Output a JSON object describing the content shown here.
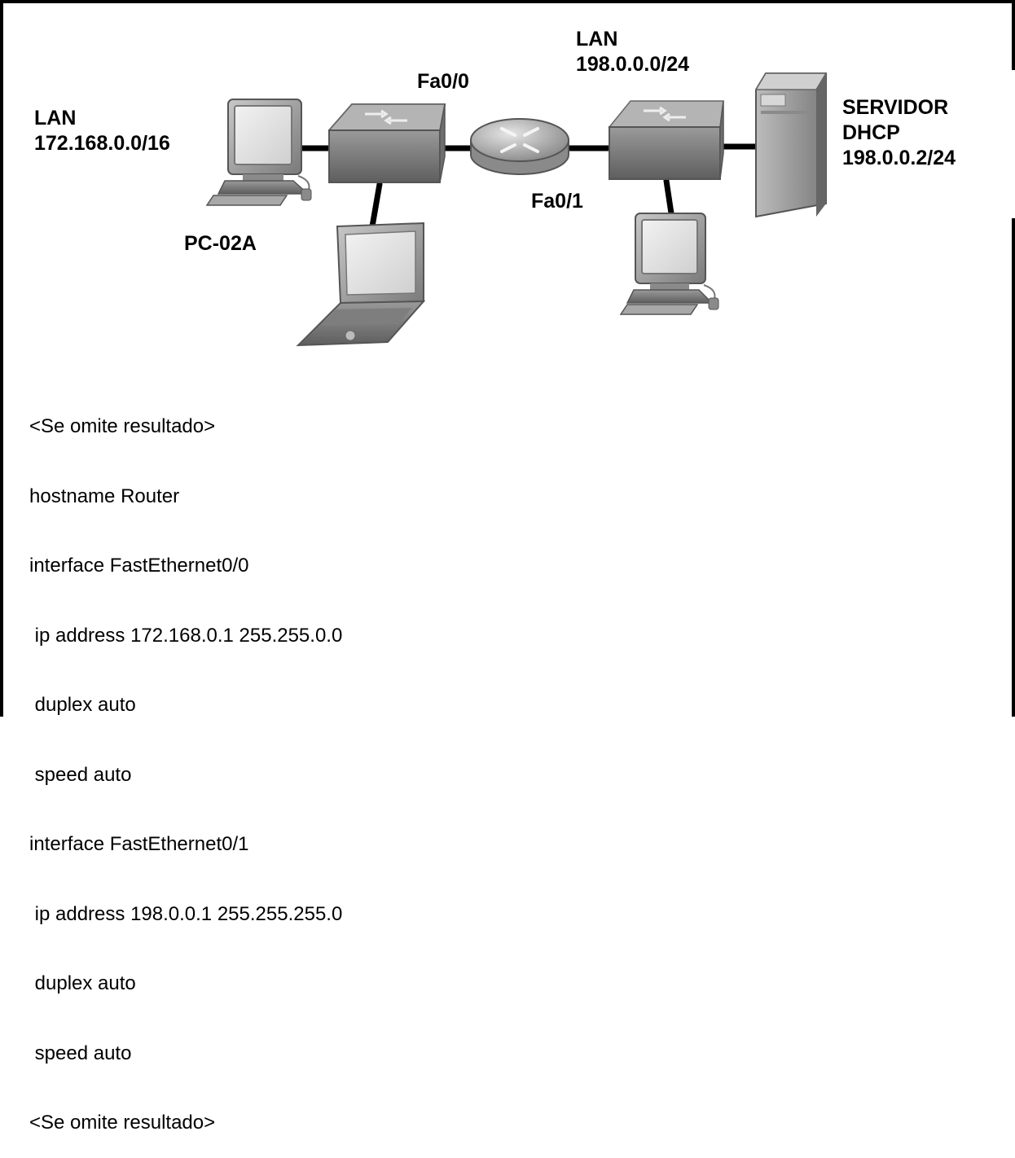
{
  "labels": {
    "lan_left": [
      "LAN",
      "172.168.0.0/16"
    ],
    "pc_name": "PC-02A",
    "fa0_0": "Fa0/0",
    "fa0_1": "Fa0/1",
    "lan_right": [
      "LAN",
      "198.0.0.0/24"
    ],
    "server": [
      "SERVIDOR",
      "DHCP",
      "198.0.0.2/24"
    ]
  },
  "config_lines": [
    "<Se omite resultado>",
    "hostname Router",
    "interface FastEthernet0/0",
    " ip address 172.168.0.1 255.255.0.0",
    " duplex auto",
    " speed auto",
    "interface FastEthernet0/1",
    " ip address 198.0.0.1 255.255.255.0",
    " duplex auto",
    " speed auto",
    "<Se omite resultado>"
  ]
}
